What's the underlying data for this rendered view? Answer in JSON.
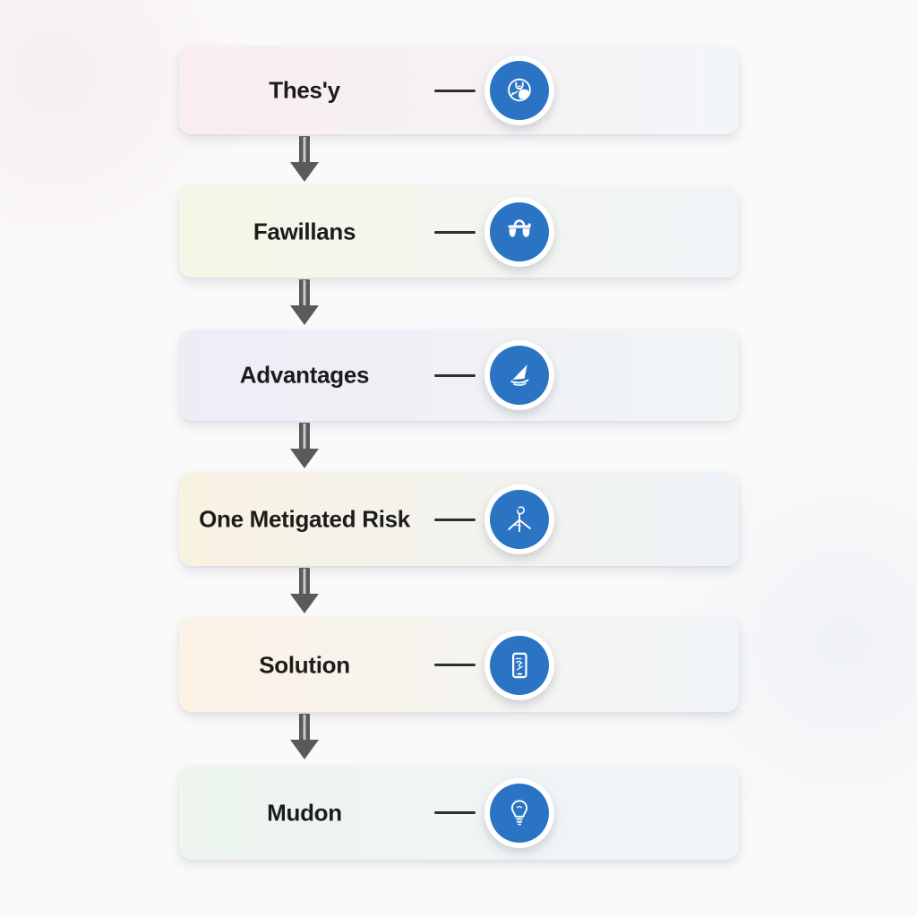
{
  "diagram": {
    "background": "#fbfafa",
    "accent_color": "#2b74c4",
    "arrow_color": "#5a5a5a",
    "arrow_inner_stripe": "#c9c9c9",
    "steps": [
      {
        "label": "Thes'y",
        "icon": "globe-person-icon",
        "tint_left": "#f9edef",
        "tint_right": "#f3f6f9"
      },
      {
        "label": "Fawillans",
        "icon": "scales-icon",
        "tint_left": "#f6f6e6",
        "tint_right": "#f0f4f7"
      },
      {
        "label": "Advantages",
        "icon": "paper-plane-icon",
        "tint_left": "#eeedf6",
        "tint_right": "#f1f5f6"
      },
      {
        "label": "One Metigated Risk",
        "icon": "person-network-icon",
        "tint_left": "#f8f2e2",
        "tint_right": "#eef3f8"
      },
      {
        "label": "Solution",
        "icon": "tablet-sketch-icon",
        "tint_left": "#fbf2e5",
        "tint_right": "#f1f5f8"
      },
      {
        "label": "Mudon",
        "icon": "lightbulb-icon",
        "tint_left": "#edf5ee",
        "tint_right": "#f0f5f9"
      }
    ]
  }
}
